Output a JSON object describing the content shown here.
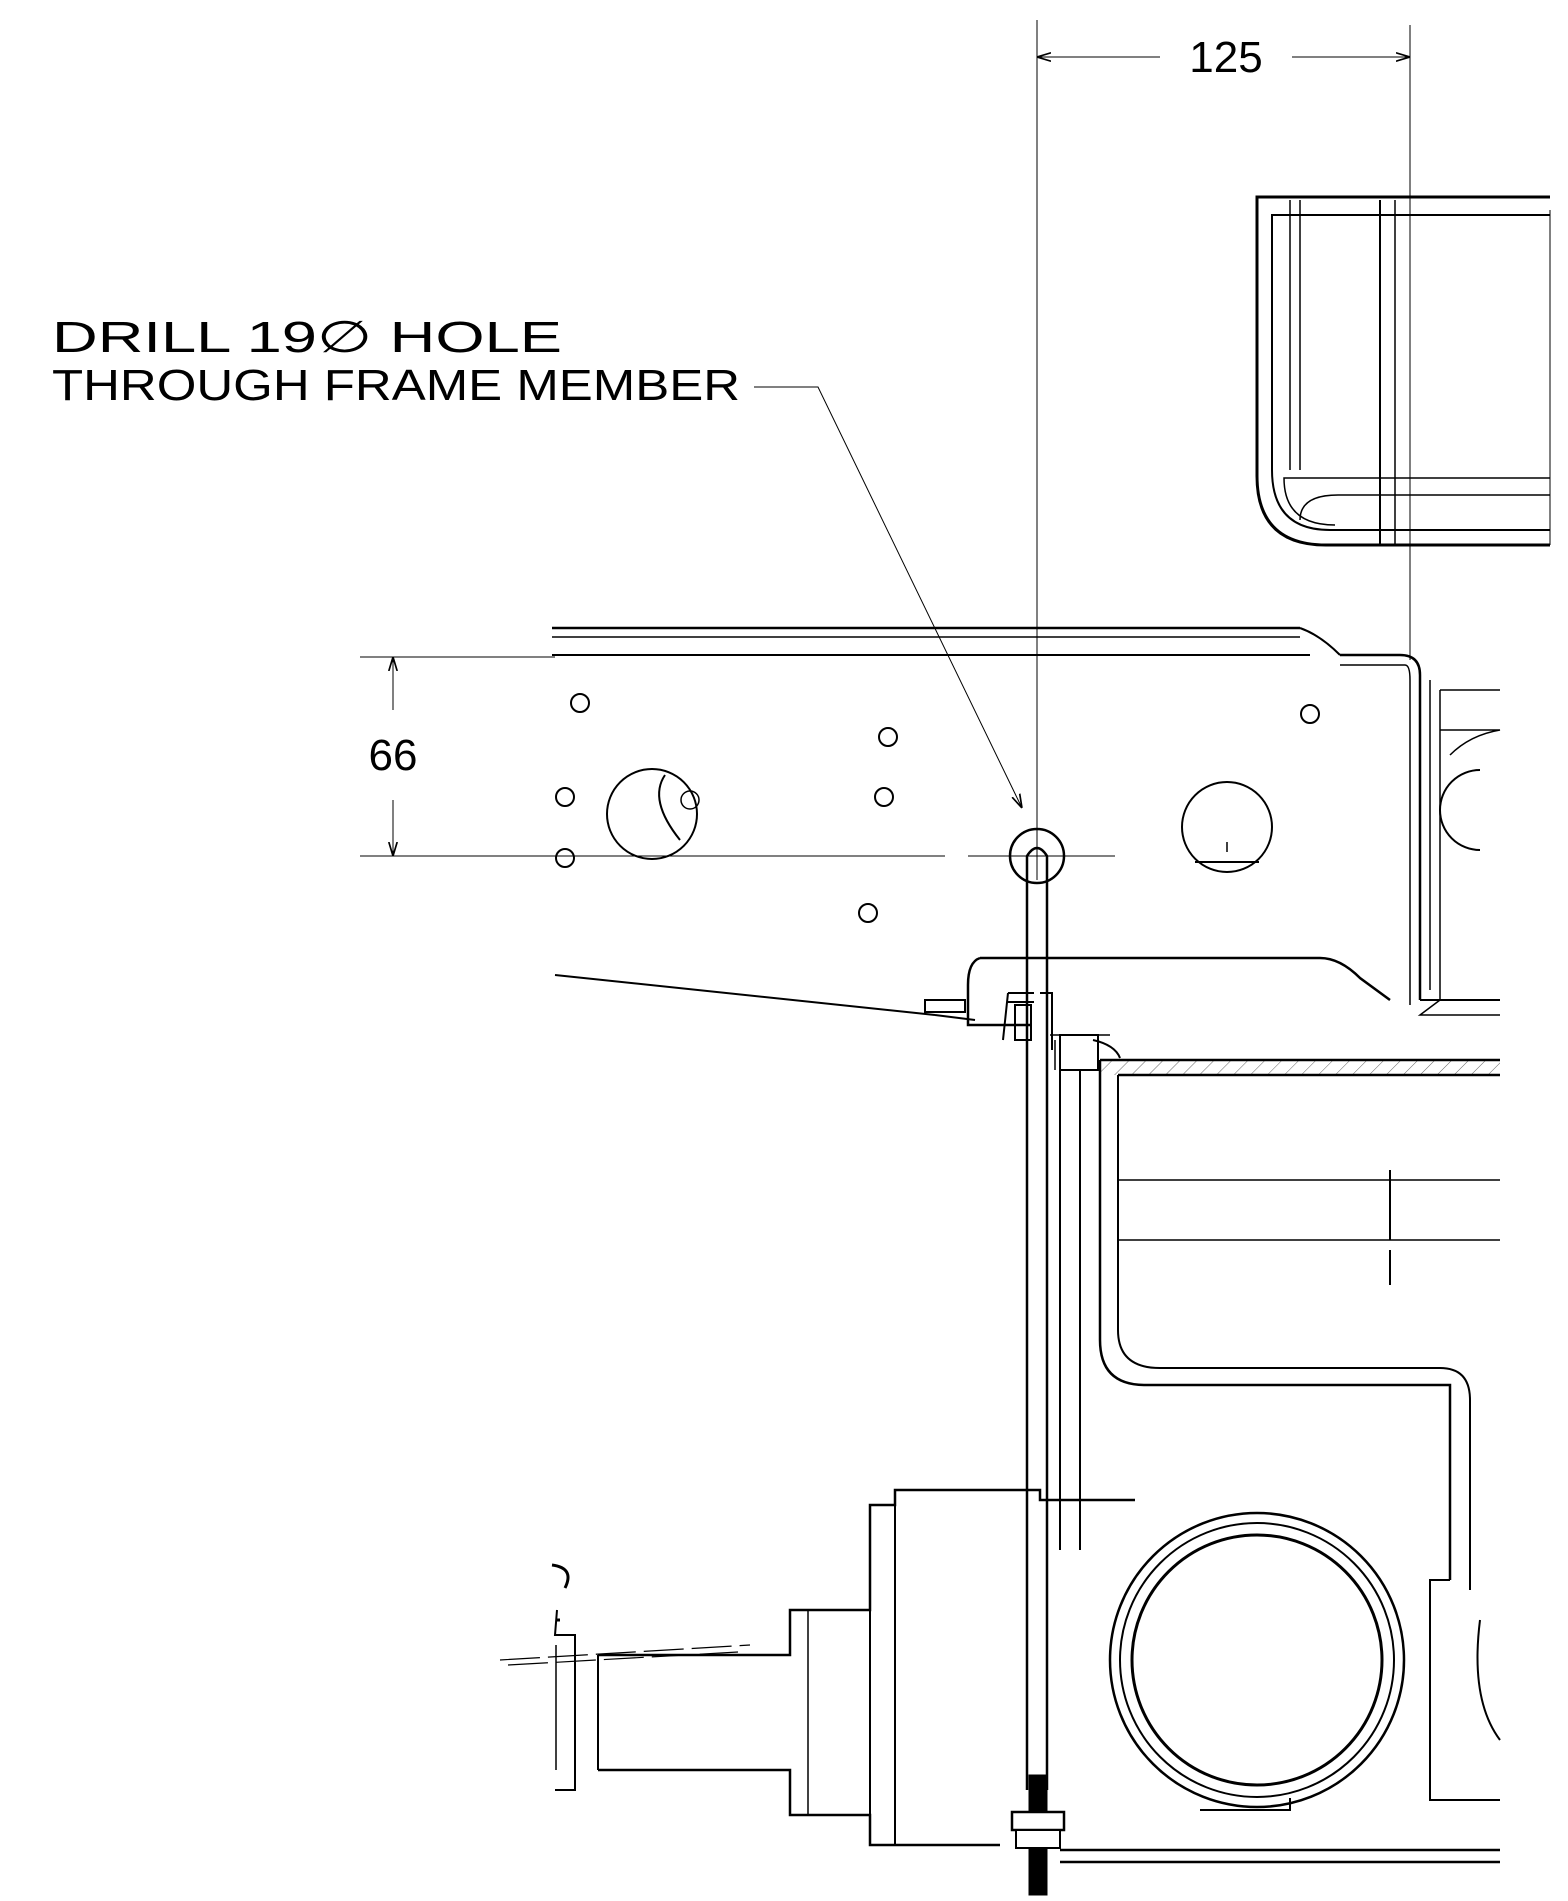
{
  "annotations": {
    "drill_line1": "DRILL 19∅  HOLE",
    "drill_line2": "THROUGH FRAME MEMBER"
  },
  "dimensions": {
    "horizontal": "125",
    "vertical": "66"
  }
}
